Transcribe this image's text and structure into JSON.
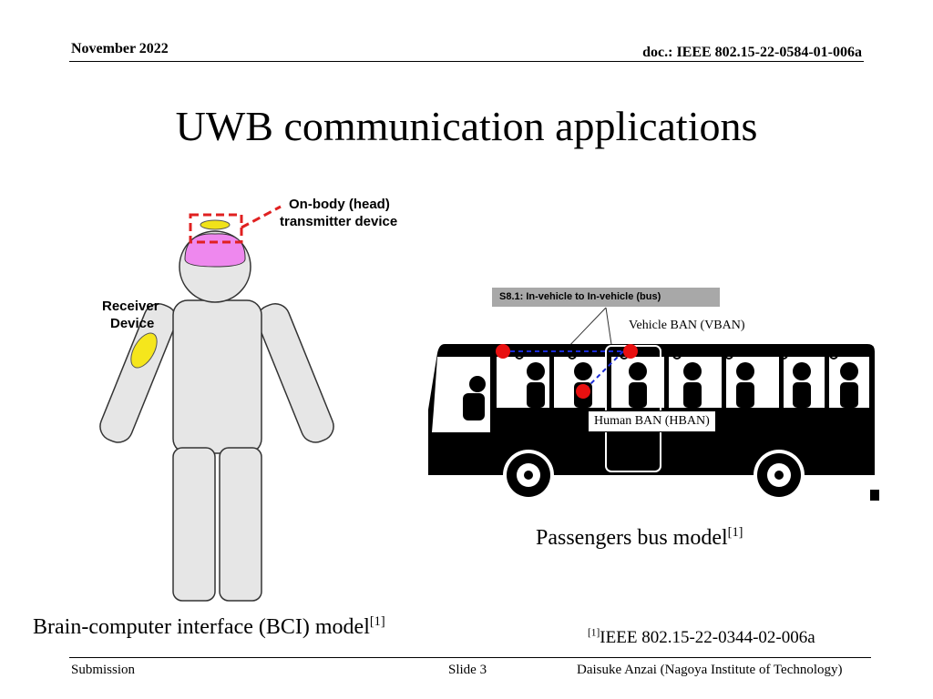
{
  "header": {
    "date": "November 2022",
    "doc_id": "doc.: IEEE 802.15-22-0584-01-006a"
  },
  "title": "UWB communication applications",
  "bci_figure": {
    "transmitter_label_line1": "On-body (head)",
    "transmitter_label_line2": "transmitter device",
    "receiver_label_line1": "Receiver",
    "receiver_label_line2": "Device",
    "caption": "Brain-computer interface (BCI) model",
    "caption_ref": "[1]"
  },
  "bus_figure": {
    "scenario_header": "S8.1: In-vehicle to In-vehicle (bus)",
    "vban_label": "Vehicle BAN (VBAN)",
    "hban_label": "Human BAN (HBAN)",
    "caption": "Passengers bus model",
    "caption_ref": "[1]"
  },
  "reference": {
    "marker": "[1]",
    "text": "IEEE 802.15-22-0344-02-006a"
  },
  "footer": {
    "left": "Submission",
    "center": "Slide 3",
    "right": "Daisuke Anzai (Nagoya Institute of Technology)"
  },
  "colors": {
    "head_device": "#f0e21a",
    "brain": "#ee88ee",
    "receiver": "#f5e61c",
    "dashed_box": "#e02020",
    "body_fill": "#e6e6e6",
    "node_red": "#e81010",
    "link_blue": "#1a2bd8"
  }
}
